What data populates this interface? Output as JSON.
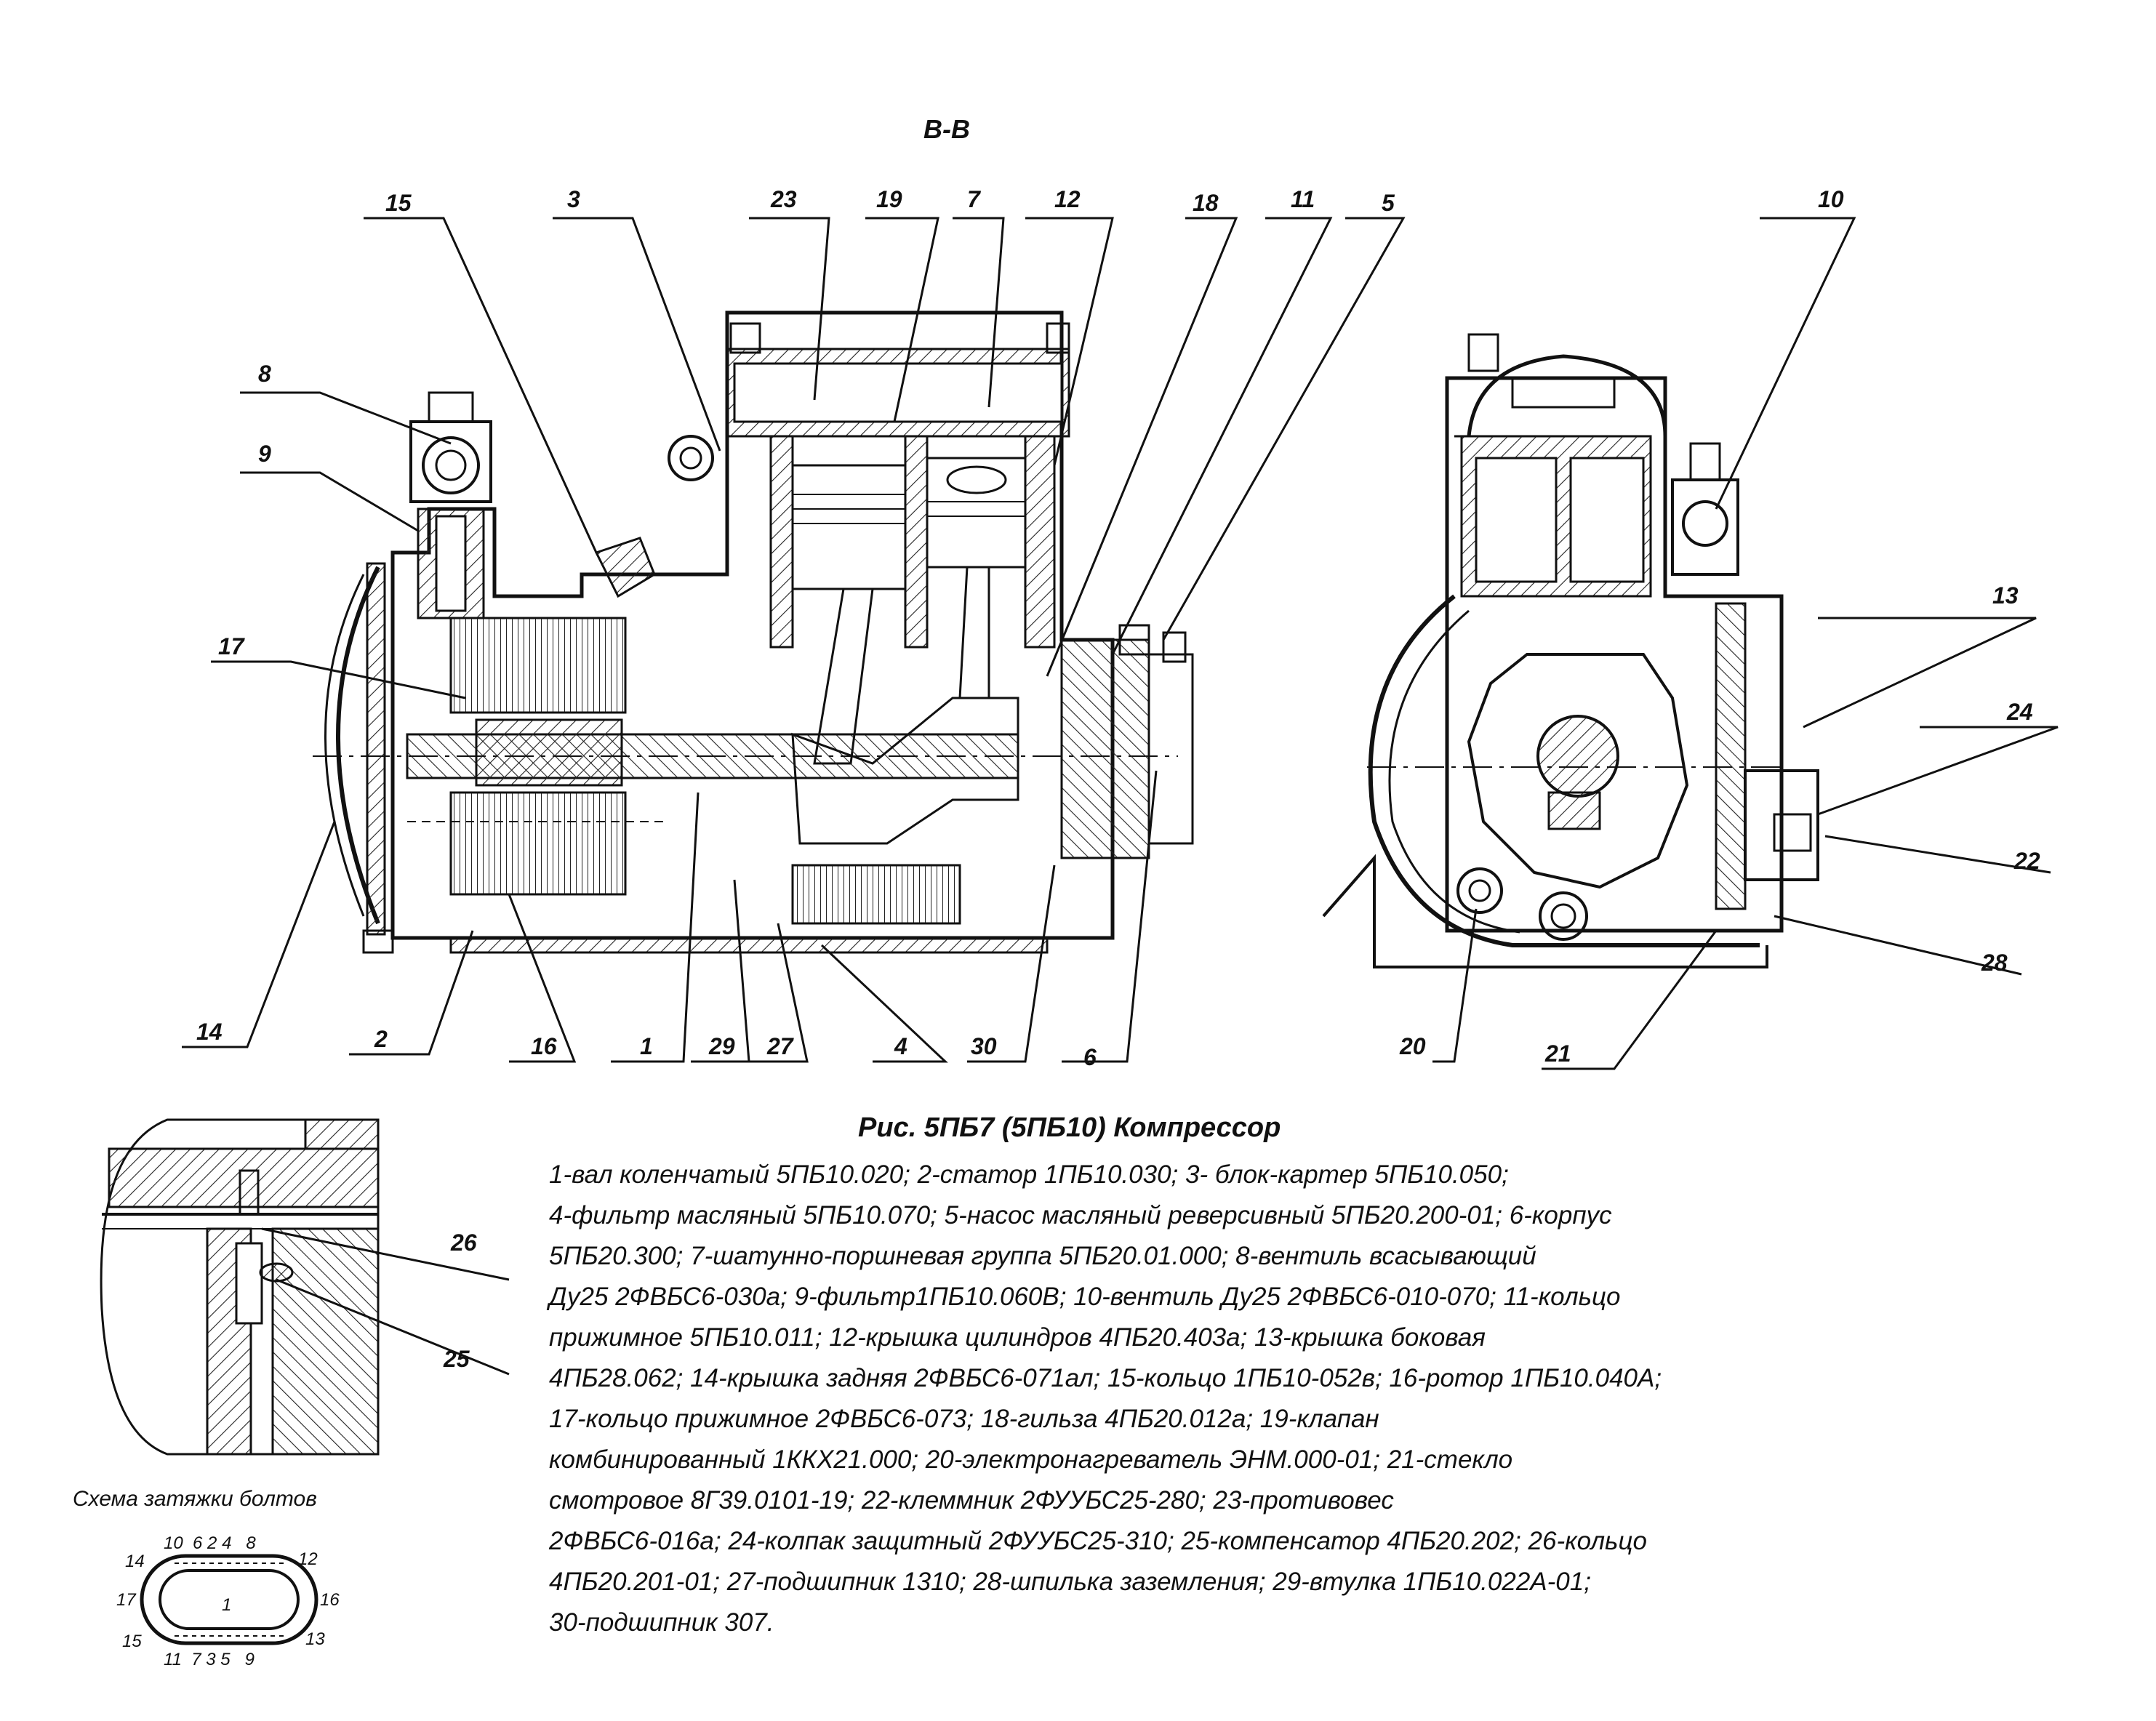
{
  "section_label": "В-В",
  "callouts": {
    "c15": "15",
    "c3": "3",
    "c23": "23",
    "c19": "19",
    "c7": "7",
    "c12": "12",
    "c18": "18",
    "c11": "11",
    "c5": "5",
    "c10": "10",
    "c8": "8",
    "c9": "9",
    "c17": "17",
    "c14": "14",
    "c2": "2",
    "c16": "16",
    "c1": "1",
    "c29": "29",
    "c27": "27",
    "c4": "4",
    "c30": "30",
    "c6": "6",
    "c13": "13",
    "c24": "24",
    "c22": "22",
    "c28": "28",
    "c20": "20",
    "c21": "21",
    "c26": "26",
    "c25": "25"
  },
  "caption": {
    "title": "Рис. 5ПБ7 (5ПБ10) Компрессор",
    "lines": [
      "1-вал коленчатый 5ПБ10.020; 2-статор 1ПБ10.030; 3- блок-картер 5ПБ10.050;",
      "4-фильтр масляный 5ПБ10.070; 5-насос масляный  реверсивный 5ПБ20.200-01; 6-корпус",
      " 5ПБ20.300; 7-шатунно-поршневая группа 5ПБ20.01.000; 8-вентиль всасывающий",
      " Ду25 2ФВБС6-030а; 9-фильтр1ПБ10.060В; 10-вентиль Ду25 2ФВБС6-010-070; 11-кольцо",
      "прижимное 5ПБ10.011; 12-крышка цилиндров 4ПБ20.403а; 13-крышка боковая",
      "4ПБ28.062; 14-крышка задняя 2ФВБС6-071ал; 15-кольцо 1ПБ10-052в; 16-ротор 1ПБ10.040А;",
      "17-кольцо прижимное 2ФВБС6-073; 18-гильза 4ПБ20.012а; 19-клапан",
      "комбинированный 1ККХ21.000; 20-электронагреватель ЭНМ.000-01; 21-стекло",
      "смотровое 8Г39.0101-19; 22-клеммник 2ФУУБС25-280; 23-противовес",
      "2ФВБС6-016а; 24-колпак защитный 2ФУУБС25-310; 25-компенсатор 4ПБ20.202; 26-кольцо",
      "4ПБ20.201-01; 27-подшипник 1310; 28-шпилька заземления; 29-втулка 1ПБ10.022А-01;",
      "30-подшипник 307."
    ]
  },
  "bolt_scheme": {
    "title": "Схема затяжки болтов",
    "top_numbers": "10  6 2 4   8",
    "bottom_numbers": "11  7 3 5   9",
    "left_top": "14",
    "left_mid": "17",
    "left_bottom": "15",
    "right_top": "12",
    "right_mid": "16",
    "right_bottom": "13",
    "center": "1"
  }
}
